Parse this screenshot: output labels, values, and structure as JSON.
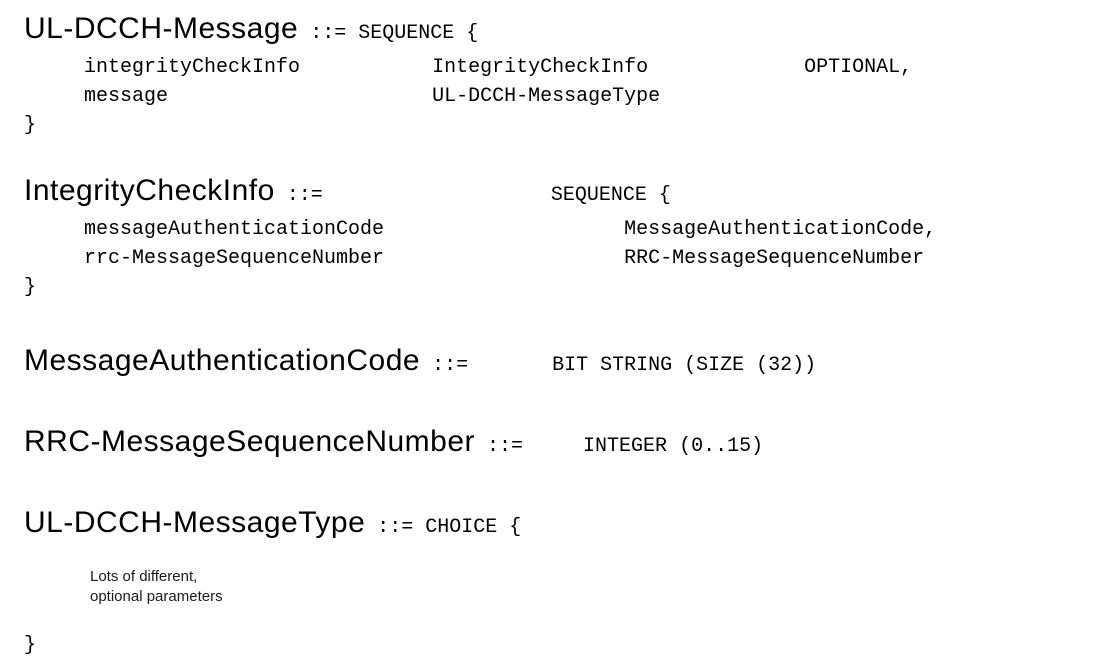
{
  "page": {
    "background_color": "#ffffff",
    "text_color": "#000000",
    "description": "ASN.1 definition of UL-DCCH-Message (RRC protocol)"
  },
  "blocks": [
    {
      "name": "UL-DCCH-Message",
      "assign": " ::= SEQUENCE {",
      "lines": [
        "     integrityCheckInfo           IntegrityCheckInfo             OPTIONAL,",
        "     message                      UL-DCCH-MessageType"
      ],
      "close": "}"
    },
    {
      "name": "IntegrityCheckInfo",
      "assign": " ::=                   SEQUENCE {",
      "lines": [
        "     messageAuthenticationCode                    MessageAuthenticationCode,",
        "     rrc-MessageSequenceNumber                    RRC-MessageSequenceNumber"
      ],
      "close": "}"
    },
    {
      "name": "MessageAuthenticationCode",
      "assign": " ::=       BIT STRING (SIZE (32))"
    },
    {
      "name": "RRC-MessageSequenceNumber",
      "assign": " ::=     INTEGER (0..15)"
    },
    {
      "name": "UL-DCCH-MessageType",
      "assign": " ::= CHOICE {",
      "close": "}"
    }
  ],
  "annotation": {
    "line1": "Lots of different,",
    "line2": "optional parameters"
  }
}
